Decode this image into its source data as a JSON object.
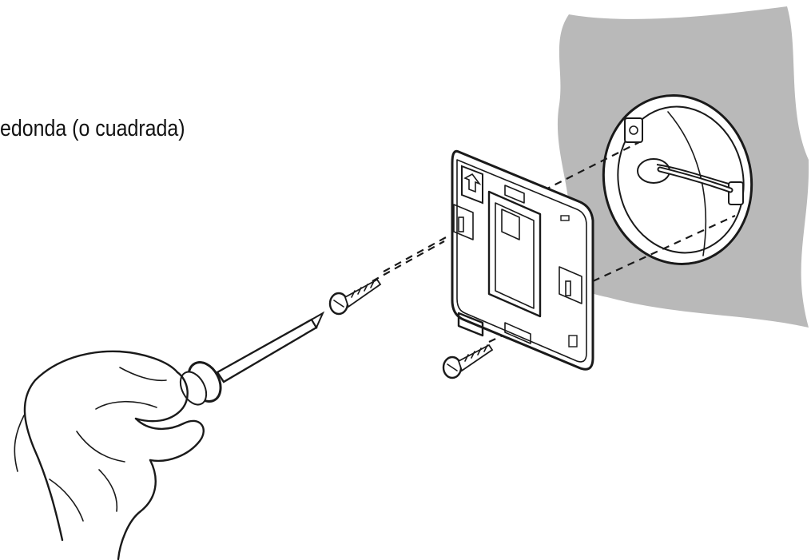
{
  "caption": "edonda (o cuadrada)",
  "icons": {
    "wall": "wall-section",
    "box": "round-electrical-box",
    "plate": "mounting-plate",
    "arrow": "up-arrow-icon",
    "screw": "screw",
    "screwdriver": "screwdriver",
    "hand": "hand"
  },
  "colors": {
    "wall": "#b9b9b9",
    "ink": "#1a1a1a",
    "background": "#ffffff"
  }
}
